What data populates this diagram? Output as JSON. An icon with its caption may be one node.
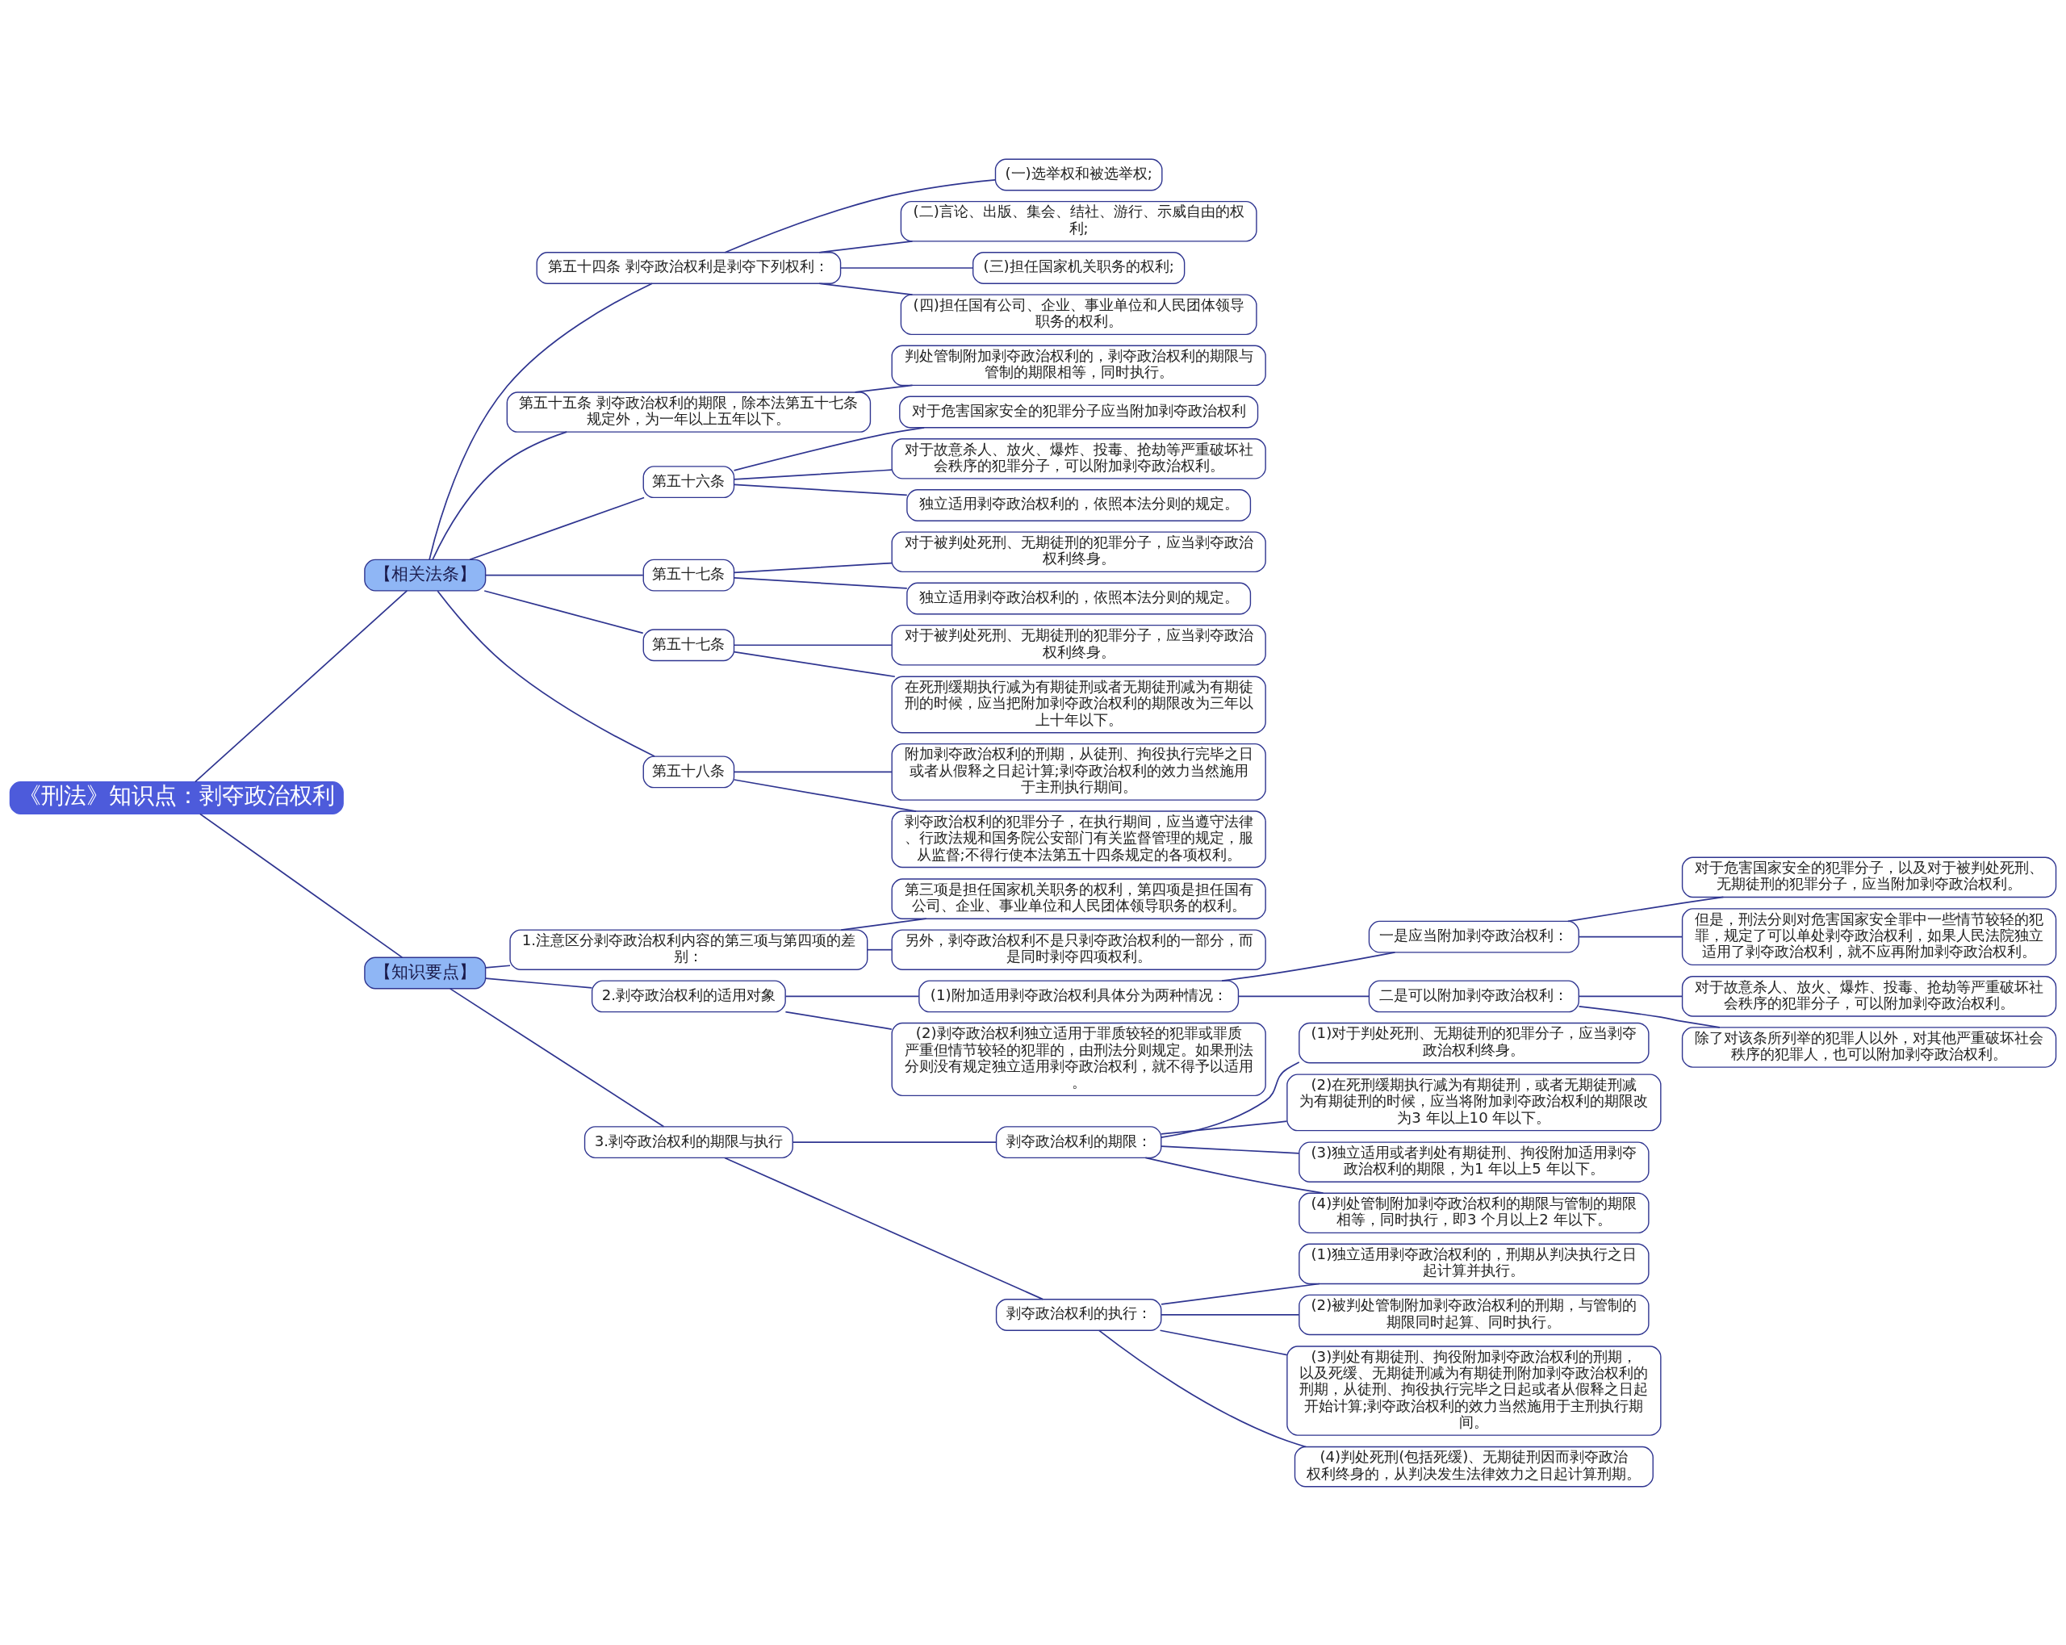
{
  "diagram": {
    "nodes": [
      {
        "text": [
          "《刑法》知识点：剥夺政治权利"
        ]
      },
      {
        "text": [
          "【相关法条】"
        ]
      },
      {
        "text": [
          "第五十四条 剥夺政治权利是剥夺下列权利："
        ]
      },
      {
        "text": [
          "(一)选举权和被选举权;"
        ]
      },
      {
        "text": [
          "(二)言论、出版、集会、结社、游行、示威自由的权利;"
        ]
      },
      {
        "text": [
          "(三)担任国家机关职务的权利;"
        ]
      },
      {
        "text": [
          "(四)担任国有公司、企业、事业单位和人民团体领导职务的权利。"
        ]
      },
      {
        "text": [
          "第五十五条 剥夺政治权利的期限，除本法第五十七条规定外，为一年以上五年以下。"
        ]
      },
      {
        "text": [
          "判处管制附加剥夺政治权利的，剥夺政治权利的期限与管制的期限相等，同时执行。"
        ]
      },
      {
        "text": [
          "第五十六条"
        ]
      },
      {
        "text": [
          "对于危害国家安全的犯罪分子应当附加剥夺政治权利"
        ]
      },
      {
        "text": [
          "对于故意杀人、放火、爆炸、投毒、抢劫等严重破坏社会秩序的犯罪分子，可以附加剥夺政治权利。"
        ]
      },
      {
        "text": [
          "独立适用剥夺政治权利的，依照本法分则的规定。"
        ]
      },
      {
        "text": [
          "第五十七条"
        ]
      },
      {
        "text": [
          "对于被判处死刑、无期徒刑的犯罪分子，应当剥夺政治权利终身。"
        ]
      },
      {
        "text": [
          "独立适用剥夺政治权利的，依照本法分则的规定。"
        ]
      },
      {
        "text": [
          "第五十七条"
        ]
      },
      {
        "text": [
          "对于被判处死刑、无期徒刑的犯罪分子，应当剥夺政治权利终身。"
        ]
      },
      {
        "text": [
          "在死刑缓期执行减为有期徒刑或者无期徒刑减为有期徒刑的时候，应当把附加剥夺政治权利的期限改为三年以上十年以下。"
        ]
      },
      {
        "text": [
          "第五十八条"
        ]
      },
      {
        "text": [
          "附加剥夺政治权利的刑期，从徒刑、拘役执行完毕之日或者从假释之日起计算;剥夺政治权利的效力当然施用于主刑执行期间。"
        ]
      },
      {
        "text": [
          "剥夺政治权利的犯罪分子，在执行期间，应当遵守法律、行政法规和国务院公安部门有关监督管理的规定，服从监督;不得行使本法第五十四条规定的各项权利。"
        ]
      },
      {
        "text": [
          "【知识要点】"
        ]
      },
      {
        "text": [
          "1.注意区分剥夺政治权利内容的第三项与第四项的差别："
        ]
      },
      {
        "text": [
          "第三项是担任国家机关职务的权利，第四项是担任国有公司、企业、事业单位和人民团体领导职务的权利。"
        ]
      },
      {
        "text": [
          "另外，剥夺政治权利不是只剥夺政治权利的一部分，而是同时剥夺四项权利。"
        ]
      },
      {
        "text": [
          "2.剥夺政治权利的适用对象"
        ]
      },
      {
        "text": [
          "(1)附加适用剥夺政治权利具体分为两种情况："
        ]
      },
      {
        "text": [
          "一是应当附加剥夺政治权利："
        ]
      },
      {
        "text": [
          "对于危害国家安全的犯罪分子，以及对于被判处死刑、无期徒刑的犯罪分子，应当附加剥夺政治权利。"
        ]
      },
      {
        "text": [
          "但是，刑法分则对危害国家安全罪中一些情节较轻的犯罪，规定了可以单处剥夺政治权利，如果人民法院独立适用了剥夺政治权利，就不应再附加剥夺政治权利。"
        ]
      },
      {
        "text": [
          "二是可以附加剥夺政治权利："
        ]
      },
      {
        "text": [
          "对于故意杀人、放火、爆炸、投毒、抢劫等严重破坏社会秩序的犯罪分子，可以附加剥夺政治权利。"
        ]
      },
      {
        "text": [
          "除了对该条所列举的犯罪人以外，对其他严重破坏社会秩序的犯罪人，也可以附加剥夺政治权利。"
        ]
      },
      {
        "text": [
          "(2)剥夺政治权利独立适用于罪质较轻的犯罪或罪质严重但情节较轻的犯罪的，由刑法分则规定。如果刑法分则没有规定独立适用剥夺政治权利，就不得予以适用。"
        ]
      },
      {
        "text": [
          "3.剥夺政治权利的期限与执行"
        ]
      },
      {
        "text": [
          "剥夺政治权利的期限："
        ]
      },
      {
        "text": [
          "(1)对于判处死刑、无期徒刑的犯罪分子，应当剥夺政治权利终身。"
        ]
      },
      {
        "text": [
          "(2)在死刑缓期执行减为有期徒刑，或者无期徒刑减为有期徒刑的时候，应当将附加剥夺政治权利的期限改为3 年以上10 年以下。"
        ]
      },
      {
        "text": [
          "(3)独立适用或者判处有期徒刑、拘役附加适用剥夺政治权利的期限，为1 年以上5 年以下。"
        ]
      },
      {
        "text": [
          "(4)判处管制附加剥夺政治权利的期限与管制的期限相等，同时执行，即3 个月以上2 年以下。"
        ]
      },
      {
        "text": [
          "剥夺政治权利的执行："
        ]
      },
      {
        "text": [
          "(1)独立适用剥夺政治权利的，刑期从判决执行之日起计算并执行。"
        ]
      },
      {
        "text": [
          "(2)被判处管制附加剥夺政治权利的刑期，与管制的期限同时起算、同时执行。"
        ]
      },
      {
        "text": [
          "(3)判处有期徒刑、拘役附加剥夺政治权利的刑期，以及死缓、无期徒刑减为有期徒刑附加剥夺政治权利的刑期，从徒刑、拘役执行完毕之日起或者从假释之日起开始计算;剥夺政治权利的效力当然施用于主刑执行期间。"
        ]
      },
      {
        "text": [
          "(4)判处死刑(包括死缓)、无期徒刑因而剥夺政治权利终身的，从判决发生法律效力之日起计算刑期。"
        ]
      }
    ],
    "edges": [
      {
        "from": 0,
        "to": 1,
        "arrow": "none"
      },
      {
        "from": 1,
        "to": 2,
        "arrow": "none"
      },
      {
        "from": 2,
        "to": 3,
        "arrow": "none"
      },
      {
        "from": 2,
        "to": 4,
        "arrow": "none"
      },
      {
        "from": 2,
        "to": 5,
        "arrow": "none"
      },
      {
        "from": 2,
        "to": 6,
        "arrow": "none"
      },
      {
        "from": 1,
        "to": 7,
        "arrow": "none"
      },
      {
        "from": 7,
        "to": 8,
        "arrow": "none"
      },
      {
        "from": 1,
        "to": 9,
        "arrow": "none"
      },
      {
        "from": 9,
        "to": 10,
        "arrow": "none"
      },
      {
        "from": 9,
        "to": 11,
        "arrow": "none"
      },
      {
        "from": 9,
        "to": 12,
        "arrow": "none"
      },
      {
        "from": 1,
        "to": 13,
        "arrow": "none"
      },
      {
        "from": 13,
        "to": 14,
        "arrow": "none"
      },
      {
        "from": 13,
        "to": 15,
        "arrow": "none"
      },
      {
        "from": 1,
        "to": 16,
        "arrow": "none"
      },
      {
        "from": 16,
        "to": 17,
        "arrow": "none"
      },
      {
        "from": 16,
        "to": 18,
        "arrow": "none"
      },
      {
        "from": 1,
        "to": 19,
        "arrow": "none"
      },
      {
        "from": 19,
        "to": 20,
        "arrow": "none"
      },
      {
        "from": 19,
        "to": 21,
        "arrow": "none"
      },
      {
        "from": 0,
        "to": 22,
        "arrow": "none"
      },
      {
        "from": 22,
        "to": 23,
        "arrow": "none"
      },
      {
        "from": 23,
        "to": 24,
        "arrow": "none"
      },
      {
        "from": 23,
        "to": 25,
        "arrow": "none"
      },
      {
        "from": 22,
        "to": 26,
        "arrow": "none"
      },
      {
        "from": 26,
        "to": 27,
        "arrow": "none"
      },
      {
        "from": 27,
        "to": 28,
        "arrow": "none"
      },
      {
        "from": 28,
        "to": 29,
        "arrow": "none"
      },
      {
        "from": 28,
        "to": 30,
        "arrow": "none"
      },
      {
        "from": 27,
        "to": 31,
        "arrow": "none"
      },
      {
        "from": 31,
        "to": 32,
        "arrow": "none"
      },
      {
        "from": 31,
        "to": 33,
        "arrow": "none"
      },
      {
        "from": 26,
        "to": 34,
        "arrow": "none"
      },
      {
        "from": 22,
        "to": 35,
        "arrow": "none"
      },
      {
        "from": 35,
        "to": 36,
        "arrow": "none"
      },
      {
        "from": 36,
        "to": 37,
        "arrow": "none"
      },
      {
        "from": 36,
        "to": 38,
        "arrow": "none"
      },
      {
        "from": 36,
        "to": 39,
        "arrow": "none"
      },
      {
        "from": 36,
        "to": 40,
        "arrow": "none"
      },
      {
        "from": 35,
        "to": 41,
        "arrow": "none"
      },
      {
        "from": 41,
        "to": 42,
        "arrow": "none"
      },
      {
        "from": 41,
        "to": 43,
        "arrow": "none"
      },
      {
        "from": 41,
        "to": 44,
        "arrow": "none"
      },
      {
        "from": 41,
        "to": 45,
        "arrow": "none"
      }
    ]
  }
}
